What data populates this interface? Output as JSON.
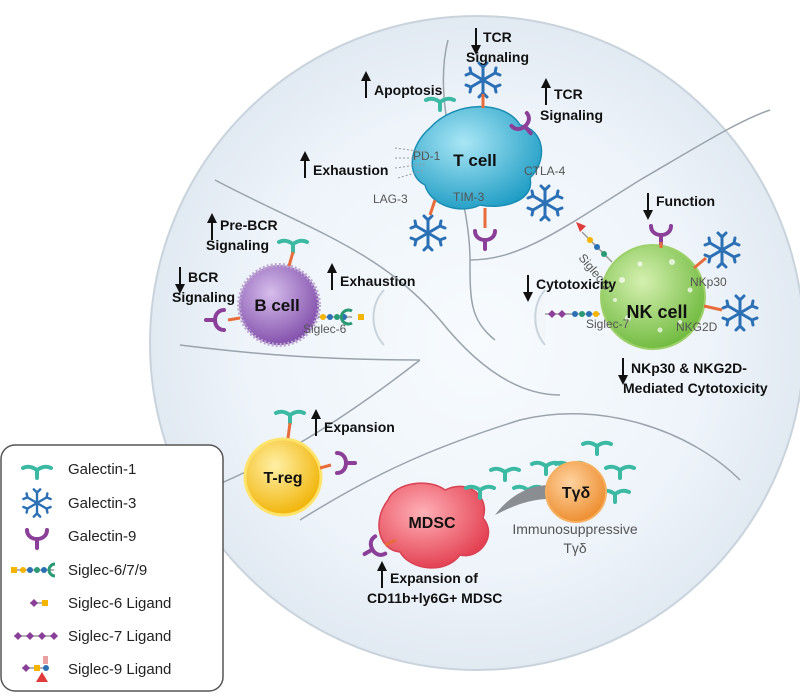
{
  "cells": {
    "t_cell": "T cell",
    "b_cell": "B cell",
    "nk_cell": "NK cell",
    "t_reg": "T-reg",
    "mdsc": "MDSC",
    "tgd": "Tγδ"
  },
  "receptors": {
    "pd1": "PD-1",
    "lag3": "LAG-3",
    "tim3": "TIM-3",
    "ctla4": "CTLA-4",
    "siglec6": "Siglec-6",
    "siglec9": "Siglec-9",
    "siglec7": "Siglec-7",
    "nkp30": "NKp30",
    "nkg2d": "NKG2D"
  },
  "effects": {
    "tcr_signaling_top": [
      "TCR",
      "Signaling"
    ],
    "apoptosis": "Apoptosis",
    "tcr_signaling_right": [
      "TCR",
      "Signaling"
    ],
    "exhaustion_t": "Exhaustion",
    "pre_bcr": [
      "Pre-BCR",
      "Signaling"
    ],
    "bcr": [
      "BCR",
      "Signaling"
    ],
    "exhaustion_b": "Exhaustion",
    "function": "Function",
    "cytotoxicity": "Cytotoxicity",
    "nkp30_nkg2d": [
      "NKp30 & NKG2D-",
      "Mediated Cytotoxicity"
    ],
    "expansion": "Expansion",
    "expansion_mdsc": [
      "Expansion of",
      "CD11b+ly6G+ MDSC"
    ],
    "immunosuppressive": [
      "Immunosuppressive",
      "Tγδ"
    ]
  },
  "legend": [
    {
      "label": "Galectin-1",
      "icon": "galectin-1-icon"
    },
    {
      "label": "Galectin-3",
      "icon": "galectin-3-icon"
    },
    {
      "label": "Galectin-9",
      "icon": "galectin-9-icon"
    },
    {
      "label": "Siglec-6/7/9",
      "icon": "siglec-icon"
    },
    {
      "label": "Siglec-6 Ligand",
      "icon": "siglec-6-ligand-icon"
    },
    {
      "label": "Siglec-7 Ligand",
      "icon": "siglec-7-ligand-icon"
    },
    {
      "label": "Siglec-9 Ligand",
      "icon": "siglec-9-ligand-icon"
    }
  ],
  "colors": {
    "t_cell": "#3cb6d6",
    "b_cell": "#9a68c0",
    "nk_cell": "#8ccf4e",
    "t_reg": "#f5c21c",
    "mdsc": "#ee4f5e",
    "tgd": "#f2983a",
    "galectin_1": "#3cb9a3",
    "galectin_3": "#2b6fb5",
    "galectin_9": "#8b3f98"
  }
}
